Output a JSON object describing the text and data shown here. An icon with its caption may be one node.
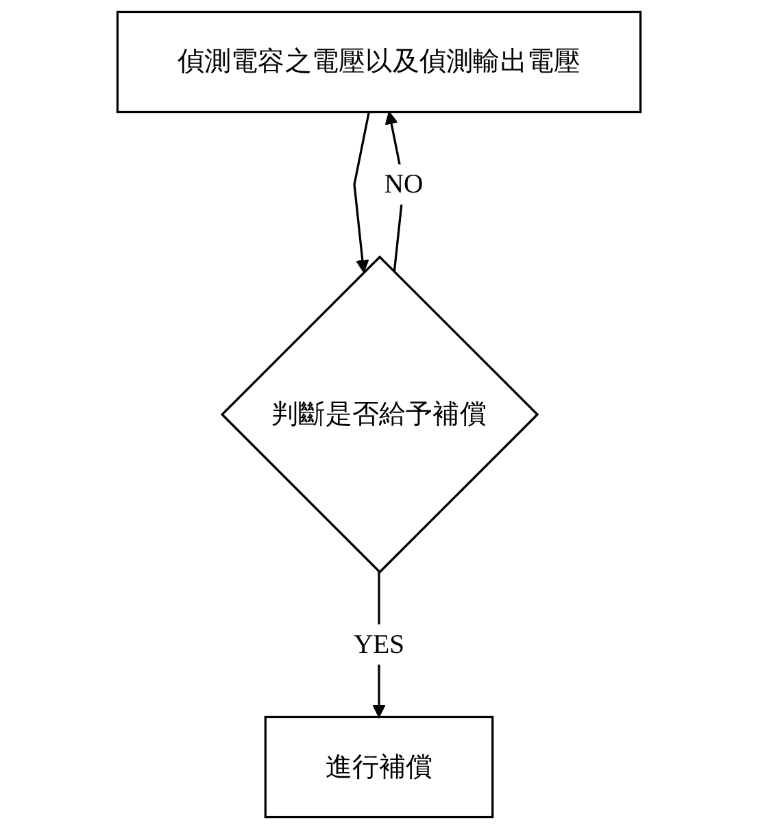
{
  "diagram": {
    "nodes": [
      {
        "text": [
          "偵測電容之電壓以及偵測輸出電壓"
        ]
      },
      {
        "text": [
          "判斷是否給予補償"
        ]
      },
      {
        "text": [
          "進行補償"
        ]
      }
    ],
    "edges": [
      {
        "from": 0,
        "to": 1,
        "arrow": "to"
      },
      {
        "from": 1,
        "to": 0,
        "label": "NO",
        "arrow": "to"
      },
      {
        "from": 1,
        "to": 2,
        "label": "YES",
        "arrow": "to"
      }
    ]
  }
}
